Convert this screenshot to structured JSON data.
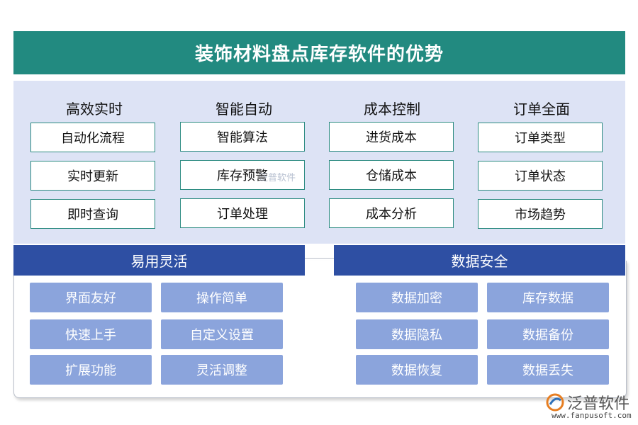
{
  "title": "装饰材料盘点库存软件的优势",
  "top_columns": [
    {
      "heading": "高效实时",
      "items": [
        "自动化流程",
        "实时更新",
        "即时查询"
      ]
    },
    {
      "heading": "智能自动",
      "items": [
        "智能算法",
        "库存预警",
        "订单处理"
      ]
    },
    {
      "heading": "成本控制",
      "items": [
        "进货成本",
        "仓储成本",
        "成本分析"
      ]
    },
    {
      "heading": "订单全面",
      "items": [
        "订单类型",
        "订单状态",
        "市场趋势"
      ]
    }
  ],
  "bottom_sections": [
    {
      "heading": "易用灵活",
      "items": [
        "界面友好",
        "操作简单",
        "快速上手",
        "自定义设置",
        "扩展功能",
        "灵活调整"
      ]
    },
    {
      "heading": "数据安全",
      "items": [
        "数据加密",
        "库存数据",
        "数据隐私",
        "数据备份",
        "数据恢复",
        "数据丢失"
      ]
    }
  ],
  "watermark": "泛普软件",
  "logo": {
    "name": "泛普软件",
    "url": "www.fanpusoft.com"
  },
  "colors": {
    "title_bg": "#228a80",
    "panel_bg": "#dde3f5",
    "box_border": "#2a8a80",
    "section_head": "#2e4fa3",
    "blue_box": "#8ba4dc"
  }
}
